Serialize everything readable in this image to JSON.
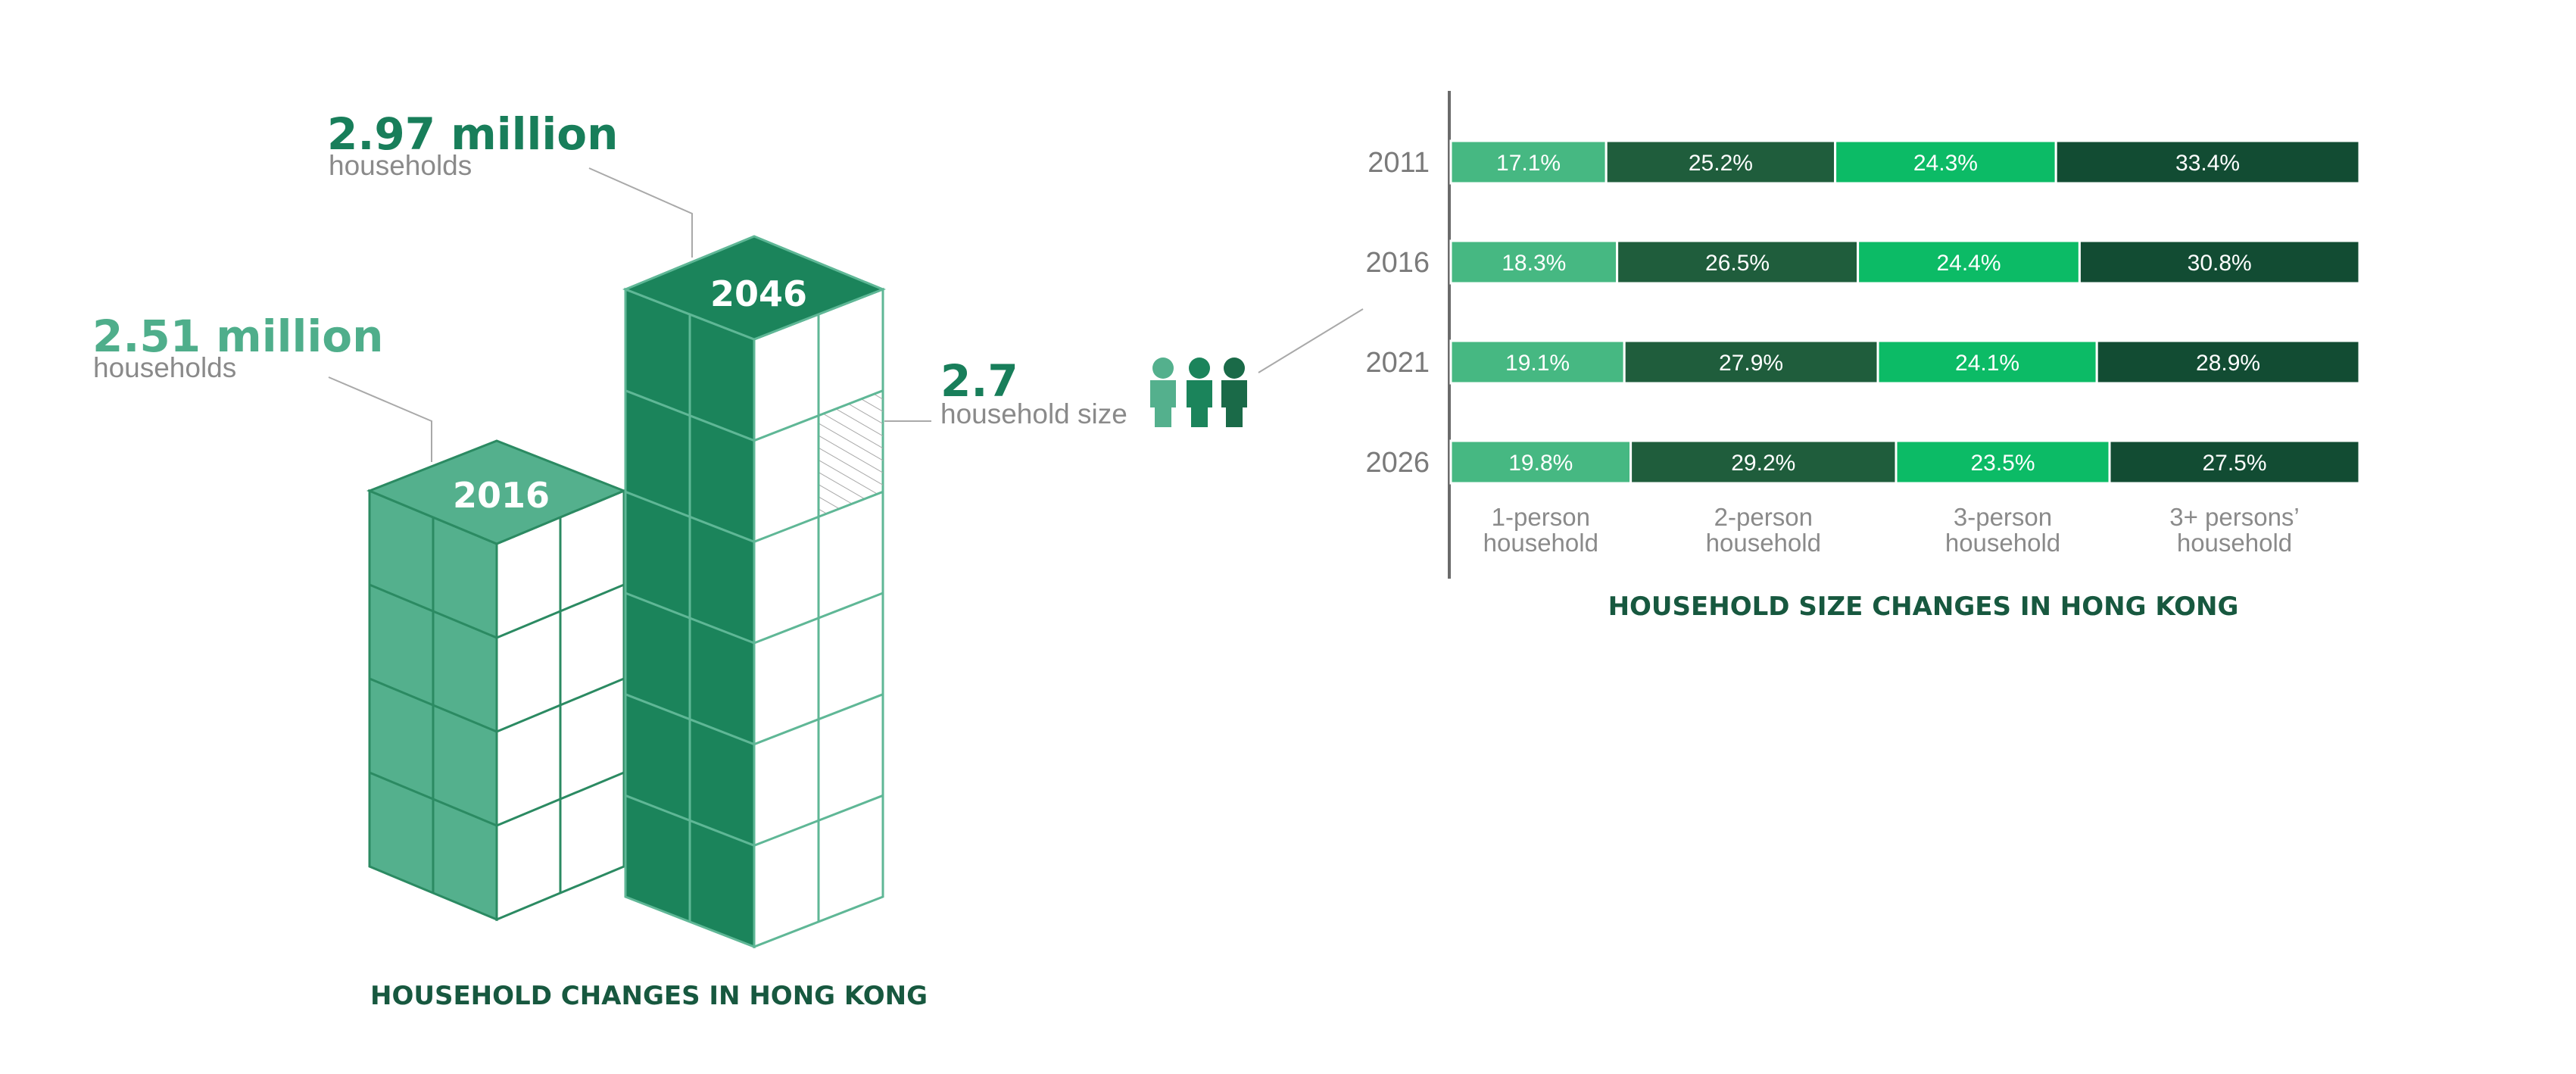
{
  "colors": {
    "teal_light": "#54b08d",
    "teal_dark": "#1b845b",
    "outline_light": "#5fb796",
    "outline_dark": "#1f7656",
    "label_light": "#4fae8b",
    "label_dark": "#187e5a",
    "caption": "#17583f",
    "grey_text": "#8a8a8a",
    "seg_1_person": "#46b882",
    "seg_2_person": "#1f5d3c",
    "seg_3_person": "#0cbb66",
    "seg_3plus": "#124c33"
  },
  "left_figure": {
    "building_2016_label": "2016",
    "building_2046_label": "2046",
    "callout_2016": {
      "value": "2.51 million",
      "unit": "households"
    },
    "callout_2046": {
      "value": "2.97 million",
      "unit": "households"
    },
    "household_size": {
      "value": "2.7",
      "label": "household size",
      "icon": "three-person-icon"
    },
    "caption": "HOUSEHOLD CHANGES IN HONG KONG"
  },
  "chart_data": [
    {
      "type": "bar",
      "stacked": true,
      "orientation": "horizontal",
      "title": "HOUSEHOLD SIZE CHANGES IN HONG KONG",
      "categories": [
        "2011",
        "2016",
        "2021",
        "2026"
      ],
      "series": [
        {
          "name": "1-person household",
          "values": [
            17.1,
            18.3,
            19.1,
            19.8
          ],
          "labels": [
            "17.1%",
            "18.3%",
            "19.1%",
            "19.8%"
          ]
        },
        {
          "name": "2-person household",
          "values": [
            25.2,
            26.5,
            27.9,
            29.2
          ],
          "labels": [
            "25.2%",
            "26.5%",
            "27.9%",
            "29.2%"
          ]
        },
        {
          "name": "3-person household",
          "values": [
            24.3,
            24.4,
            24.1,
            23.5
          ],
          "labels": [
            "24.3%",
            "24.4%",
            "24.1%",
            "23.5%"
          ]
        },
        {
          "name": "3+ persons’ household",
          "values": [
            33.4,
            30.8,
            28.9,
            27.5
          ],
          "labels": [
            "33.4%",
            "30.8%",
            "28.9%",
            "27.5%"
          ]
        }
      ],
      "legend_lines": [
        [
          "1-person",
          "household"
        ],
        [
          "2-person",
          "household"
        ],
        [
          "3-person",
          "household"
        ],
        [
          "3+ persons’",
          "household"
        ]
      ],
      "legend_placement": "bottom",
      "grid": false
    }
  ]
}
